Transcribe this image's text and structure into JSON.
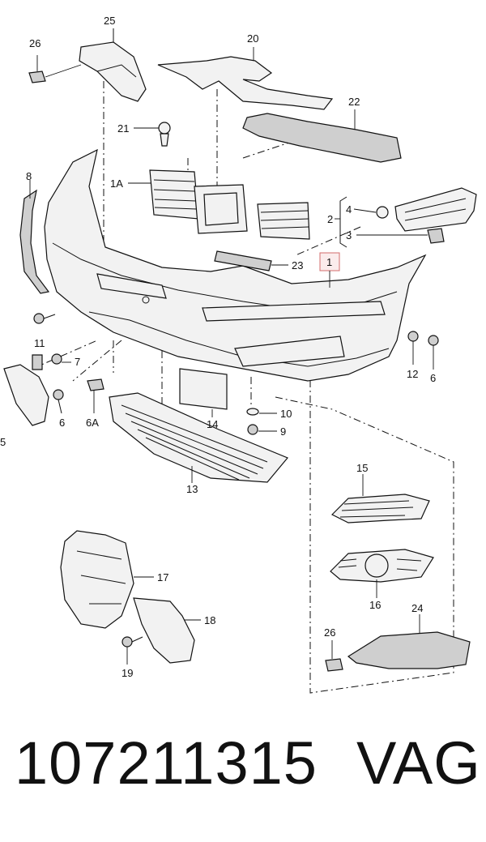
{
  "callouts": {
    "c1": "1",
    "c1a": "1A",
    "c2": "2",
    "c3": "3",
    "c4": "4",
    "c5": "5",
    "c6a": "6",
    "c6b": "6",
    "c6c": "6A",
    "c7": "7",
    "c8": "8",
    "c9": "9",
    "c10": "10",
    "c11": "11",
    "c12": "12",
    "c13": "13",
    "c14": "14",
    "c15": "15",
    "c16": "16",
    "c17": "17",
    "c18": "18",
    "c19": "19",
    "c20": "20",
    "c21": "21",
    "c22": "22",
    "c23": "23",
    "c24": "24",
    "c25": "25",
    "c26a": "26",
    "c26b": "26"
  },
  "footer": {
    "part_number": "107211315",
    "brand": "VAG"
  },
  "colors": {
    "highlight_box": "#d36c6c",
    "line": "#111111"
  }
}
